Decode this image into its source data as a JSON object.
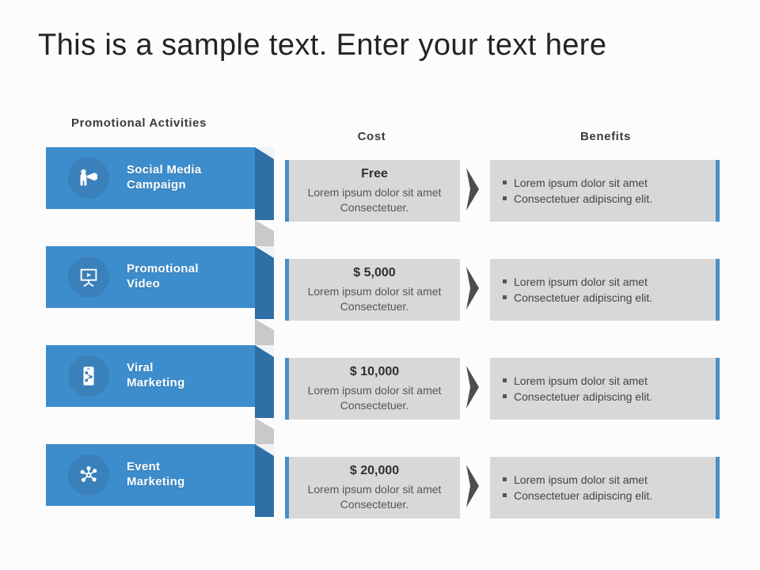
{
  "slide": {
    "title": "This is a sample text. Enter your text here",
    "background_color": "#fcfcfc",
    "accent_blue": "#3d8dcc",
    "accent_blue_dark": "#2f6fa5",
    "box_gray": "#d8d8d8",
    "chevron_gray": "#4e4e4e"
  },
  "headers": {
    "activities": "Promotional  Activities",
    "cost": "Cost",
    "benefits": "Benefits"
  },
  "rows": [
    {
      "icon": "megaphone-person-icon",
      "activity": "Social  Media\nCampaign",
      "activity_line1": "Social  Media",
      "activity_line2": "Campaign",
      "cost_value": "Free",
      "cost_desc": "Lorem ipsum dolor sit amet Consectetuer.",
      "benefits": [
        "Lorem ipsum dolor sit amet",
        "Consectetuer adipiscing elit."
      ]
    },
    {
      "icon": "presentation-play-icon",
      "activity": "Promotional\nVideo",
      "activity_line1": "Promotional",
      "activity_line2": "Video",
      "cost_value": "$ 5,000",
      "cost_desc": "Lorem ipsum dolor sit amet Consectetuer.",
      "benefits": [
        "Lorem ipsum dolor sit amet",
        "Consectetuer adipiscing elit."
      ]
    },
    {
      "icon": "mobile-network-icon",
      "activity": "Viral\nMarketing",
      "activity_line1": "Viral",
      "activity_line2": "Marketing",
      "cost_value": "$ 10,000",
      "cost_desc": "Lorem ipsum dolor sit amet Consectetuer.",
      "benefits": [
        "Lorem ipsum dolor sit amet",
        "Consectetuer adipiscing elit."
      ]
    },
    {
      "icon": "hub-nodes-icon",
      "activity": "Event\nMarketing",
      "activity_line1": "Event",
      "activity_line2": "Marketing",
      "cost_value": "$ 20,000",
      "cost_desc": "Lorem ipsum dolor sit amet Consectetuer.",
      "benefits": [
        "Lorem ipsum dolor sit amet",
        "Consectetuer adipiscing elit."
      ]
    }
  ]
}
